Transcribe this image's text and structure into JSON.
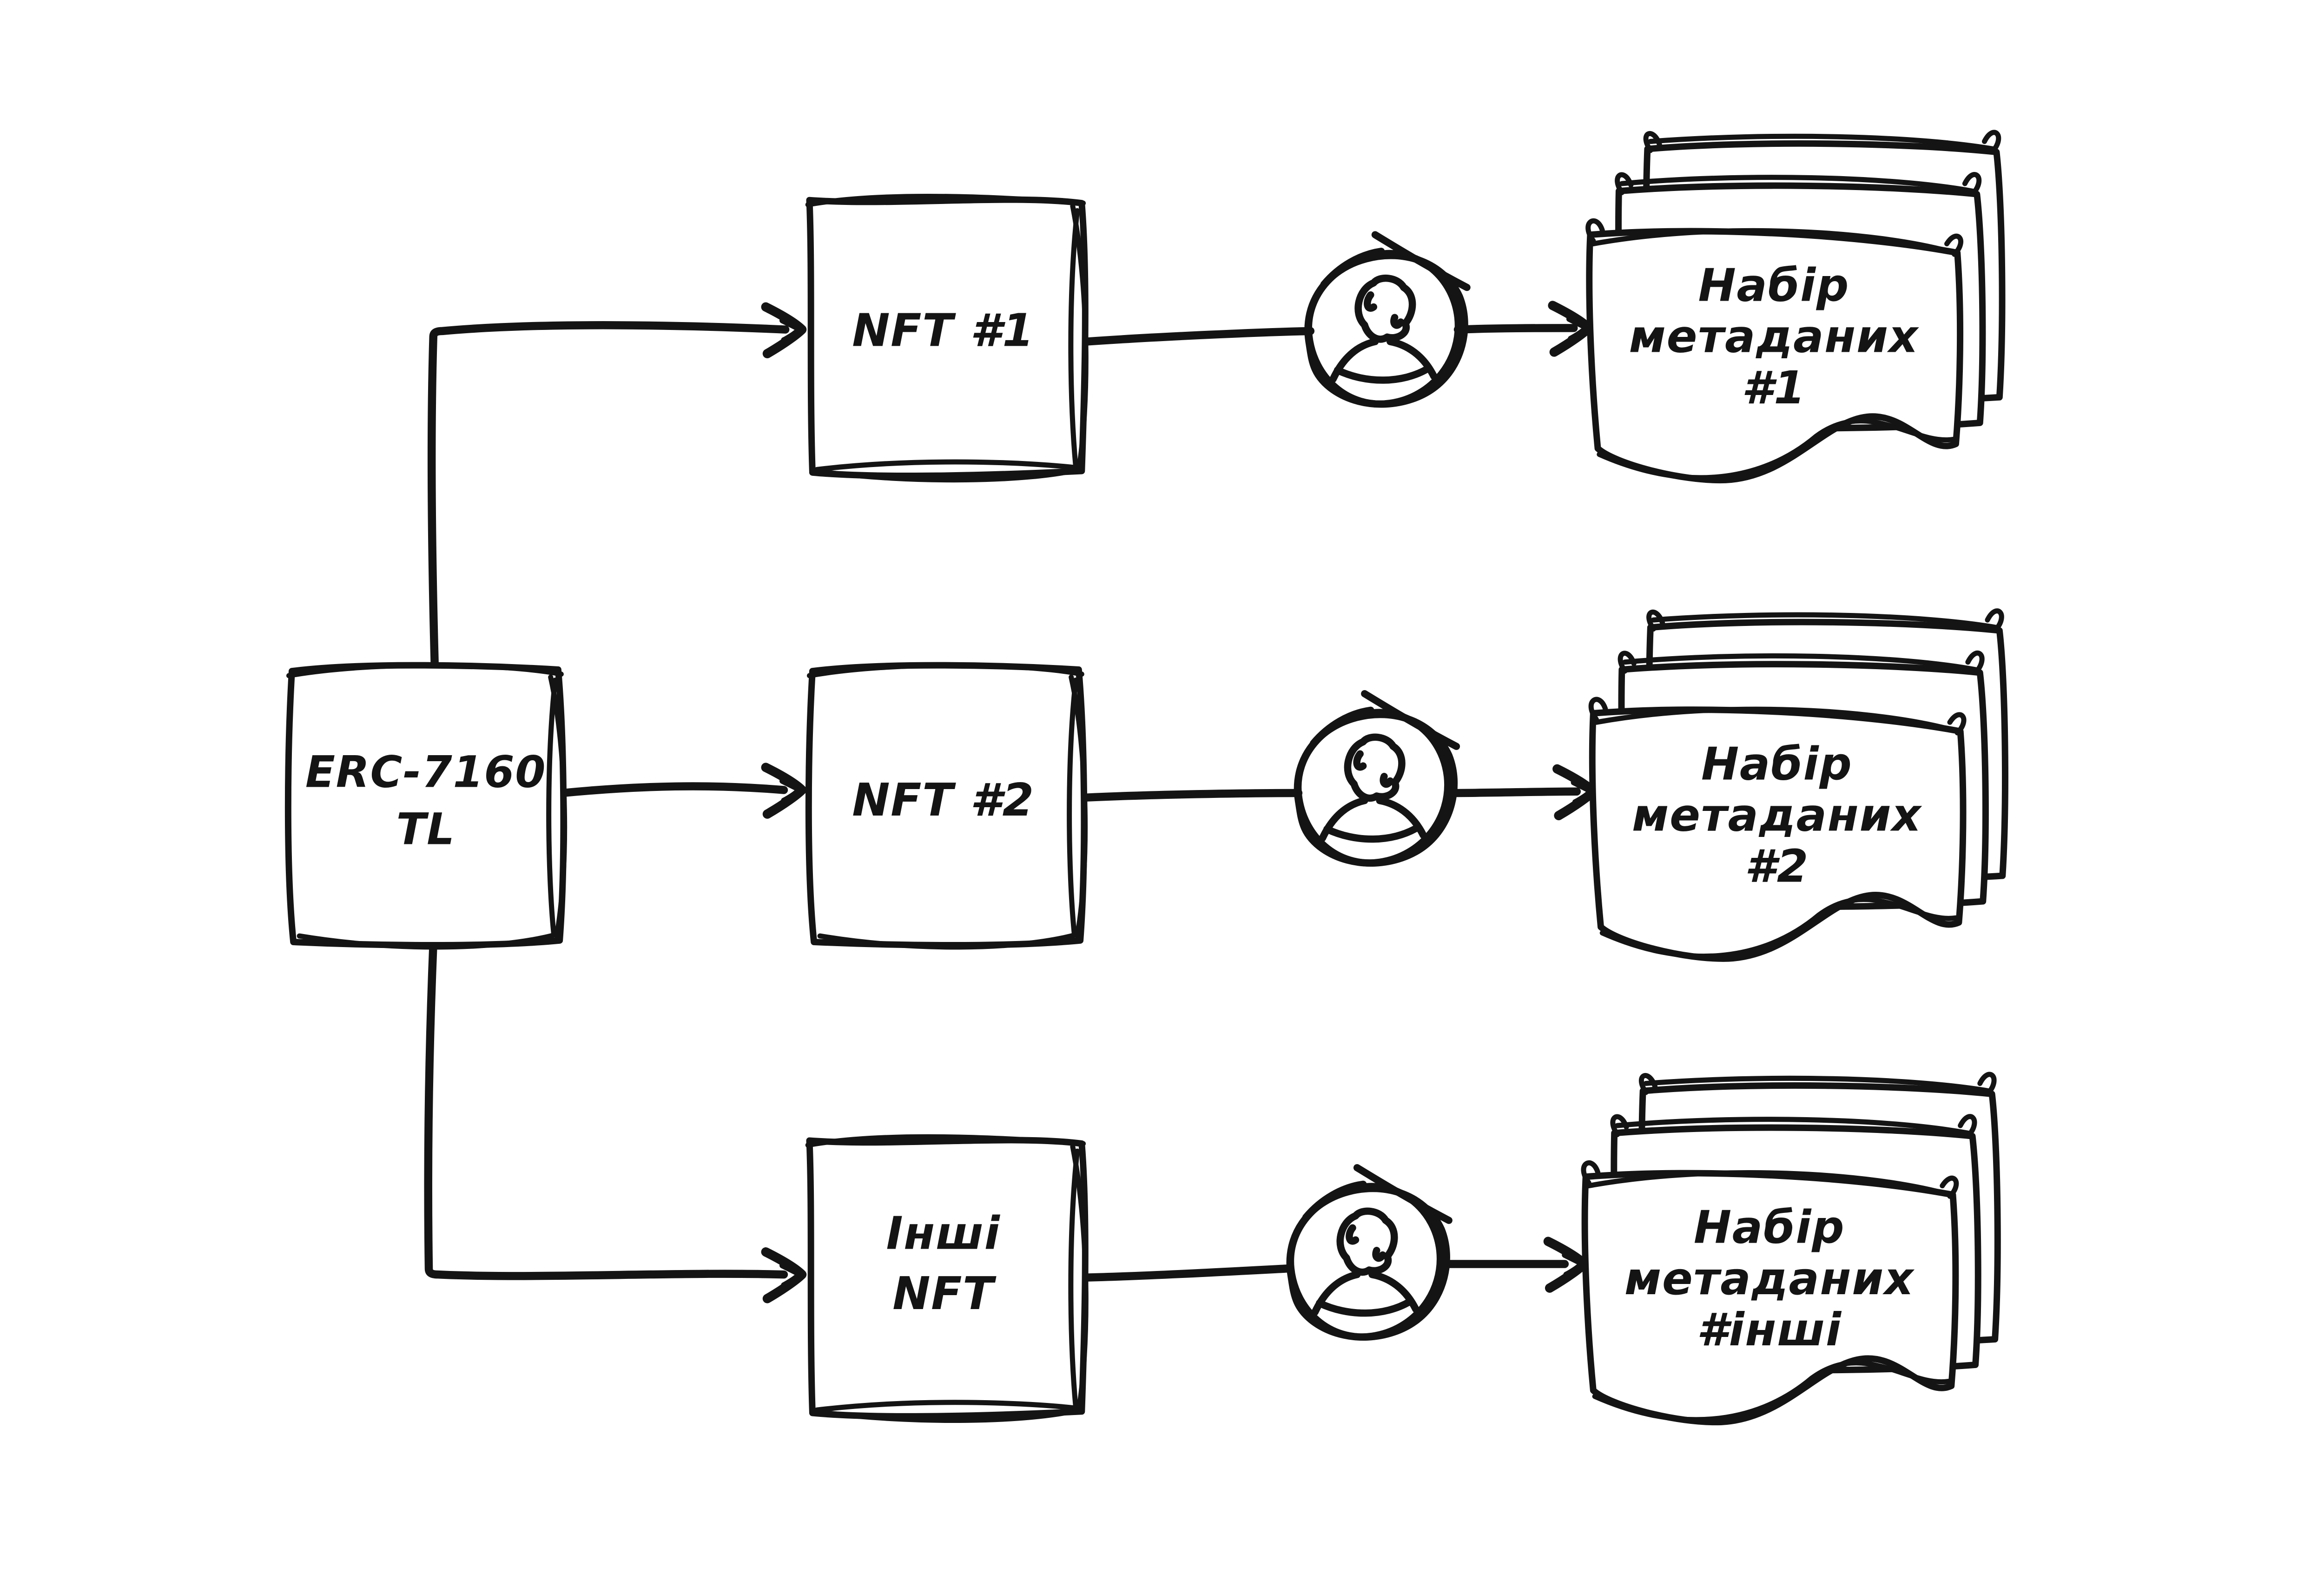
{
  "diagram": {
    "colors": {
      "background": "#ffffff",
      "ink": "#141414"
    },
    "icons": {
      "row_badge": "person-in-scribble-circle-icon"
    },
    "root": {
      "line1": "ERC-7160",
      "line2": "TL"
    },
    "rows": [
      {
        "nft_lines": [
          "NFT #1"
        ],
        "meta_lines": [
          "Набір",
          "метаданих",
          "#1"
        ]
      },
      {
        "nft_lines": [
          "NFT #2"
        ],
        "meta_lines": [
          "Набір",
          "метаданих",
          "#2"
        ]
      },
      {
        "nft_lines": [
          "Інші",
          "NFT"
        ],
        "meta_lines": [
          "Набір",
          "метаданих",
          "#інші"
        ]
      }
    ]
  }
}
